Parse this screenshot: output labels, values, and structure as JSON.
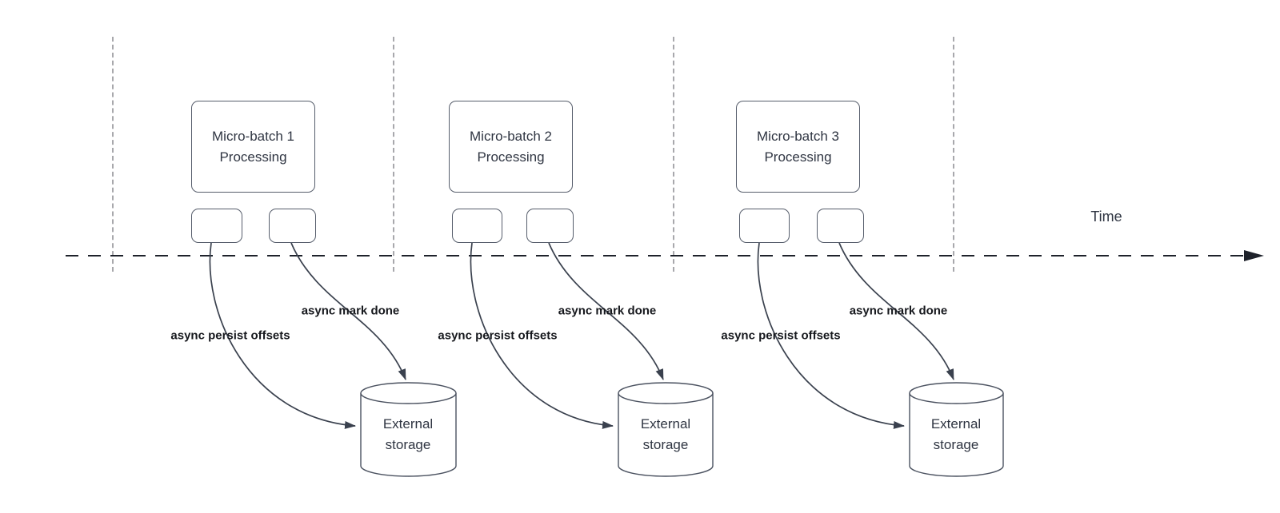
{
  "diagram": {
    "time_axis": {
      "label": "Time"
    },
    "sections": [
      {
        "title_line1": "Micro-batch 1",
        "title_line2": "Processing",
        "persist_label": "async persist offsets",
        "mark_done_label": "async mark done",
        "storage_line1": "External",
        "storage_line2": "storage"
      },
      {
        "title_line1": "Micro-batch 2",
        "title_line2": "Processing",
        "persist_label": "async persist offsets",
        "mark_done_label": "async mark done",
        "storage_line1": "External",
        "storage_line2": "storage"
      },
      {
        "title_line1": "Micro-batch 3",
        "title_line2": "Processing",
        "persist_label": "async persist offsets",
        "mark_done_label": "async mark done",
        "storage_line1": "External",
        "storage_line2": "storage"
      }
    ],
    "colors": {
      "timeline": "#1e222b",
      "guide_line": "#a8a8ac",
      "shape_stroke": "#565d6b",
      "arrow_stroke": "#3a414e",
      "shape_text": "#2f3542",
      "annotation_text": "#16181d"
    }
  }
}
